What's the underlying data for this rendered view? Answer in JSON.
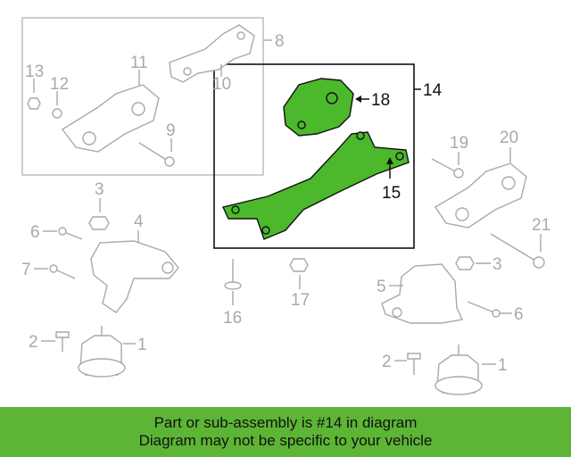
{
  "colors": {
    "highlight": "#4cb82c",
    "banner_bg": "#5db536",
    "inactive": "#a9a9a9",
    "active": "#111111"
  },
  "callouts": {
    "c1a": "1",
    "c1b": "1",
    "c2a": "2",
    "c2b": "2",
    "c3a": "3",
    "c3b": "3",
    "c4": "4",
    "c5": "5",
    "c6a": "6",
    "c6b": "6",
    "c7": "7",
    "c8": "8",
    "c9": "9",
    "c10": "10",
    "c11": "11",
    "c12": "12",
    "c13": "13",
    "c14": "14",
    "c15": "15",
    "c16": "16",
    "c17": "17",
    "c18": "18",
    "c19": "19",
    "c20": "20",
    "c21": "21"
  },
  "banner": {
    "line1": "Part or sub-assembly is #14 in diagram",
    "line2": "Diagram may not be specific to your vehicle"
  }
}
